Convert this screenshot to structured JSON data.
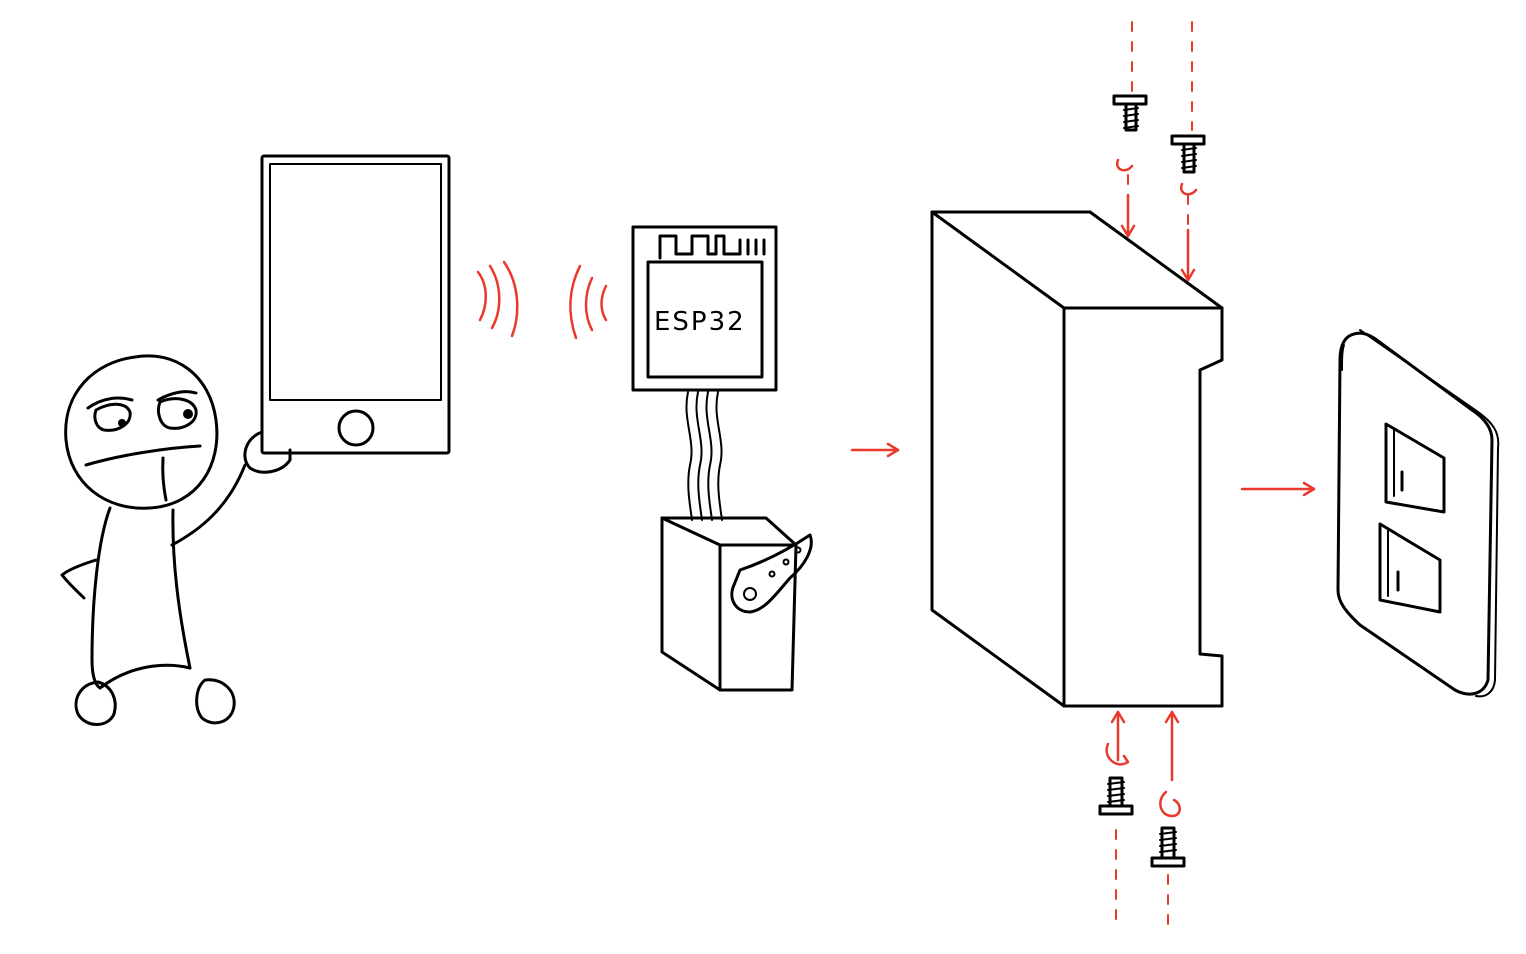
{
  "chip": {
    "label": "ESP32"
  },
  "colors": {
    "ink": "#000000",
    "accent_red": "#e8392b",
    "background": "#ffffff"
  },
  "figures": {
    "person": "person-figure",
    "phone": "smartphone",
    "wireless_signal": "wireless-signal",
    "board": "esp32-board",
    "servo": "servo-motor",
    "enclosure": "enclosure-box",
    "wall_switch": "wall-light-switch",
    "screws": "mounting-screws"
  }
}
